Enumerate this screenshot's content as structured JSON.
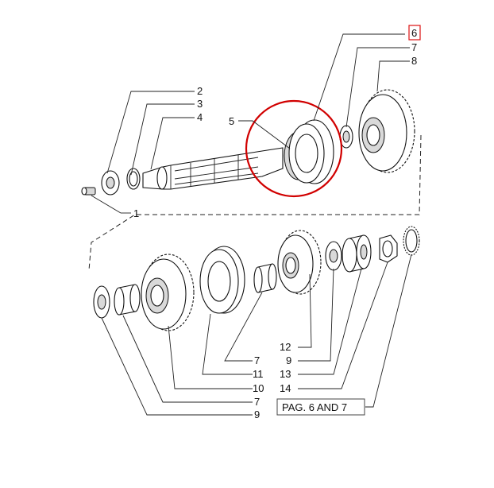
{
  "callouts": {
    "c1": "1",
    "c2": "2",
    "c3": "3",
    "c4": "4",
    "c5": "5",
    "c6": "6",
    "c7_top": "7",
    "c8": "8",
    "c12": "12",
    "c9_mid": "9",
    "c13": "13",
    "c14": "14",
    "c7_a": "7",
    "c11": "11",
    "c10": "10",
    "c7_b": "7",
    "c9_b": "9"
  },
  "reference_box": {
    "label": "PAG. 6 AND 7"
  },
  "highlight": {
    "callout": "6",
    "color": "#d10000"
  }
}
